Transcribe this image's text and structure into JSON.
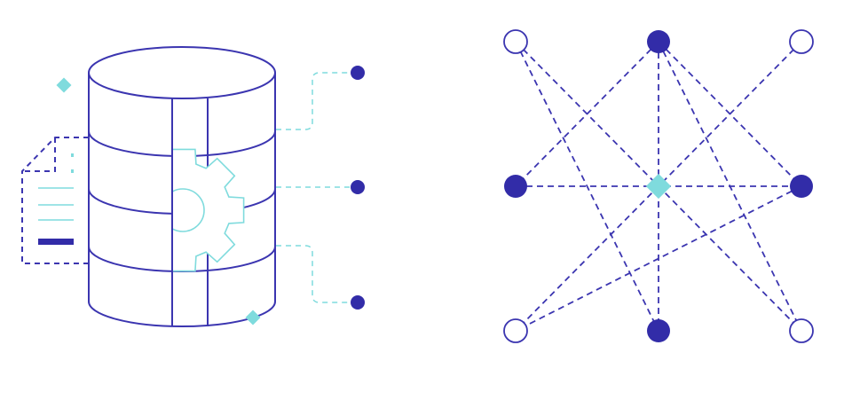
{
  "colors": {
    "primary": "#3b35b0",
    "node_fill": "#322ca8",
    "accent": "#7fdbdd",
    "background": "#ffffff"
  },
  "illustration": {
    "left": {
      "icons": [
        "database-icon",
        "gear-icon",
        "document-icon",
        "connector-dot",
        "diamond-icon"
      ],
      "connector_count": 3
    },
    "right": {
      "nodes": [
        {
          "id": "tl",
          "style": "outline"
        },
        {
          "id": "tc",
          "style": "filled"
        },
        {
          "id": "tr",
          "style": "outline"
        },
        {
          "id": "ml",
          "style": "filled"
        },
        {
          "id": "c",
          "style": "diamond"
        },
        {
          "id": "mr",
          "style": "filled"
        },
        {
          "id": "bl",
          "style": "outline"
        },
        {
          "id": "bc",
          "style": "filled"
        },
        {
          "id": "br",
          "style": "outline"
        }
      ],
      "edges": [
        [
          "tl",
          "br"
        ],
        [
          "tl",
          "bc"
        ],
        [
          "tc",
          "ml"
        ],
        [
          "tc",
          "mr"
        ],
        [
          "tc",
          "bc"
        ],
        [
          "tc",
          "br"
        ],
        [
          "tr",
          "bl"
        ],
        [
          "ml",
          "mr"
        ],
        [
          "mr",
          "bl"
        ]
      ]
    }
  }
}
